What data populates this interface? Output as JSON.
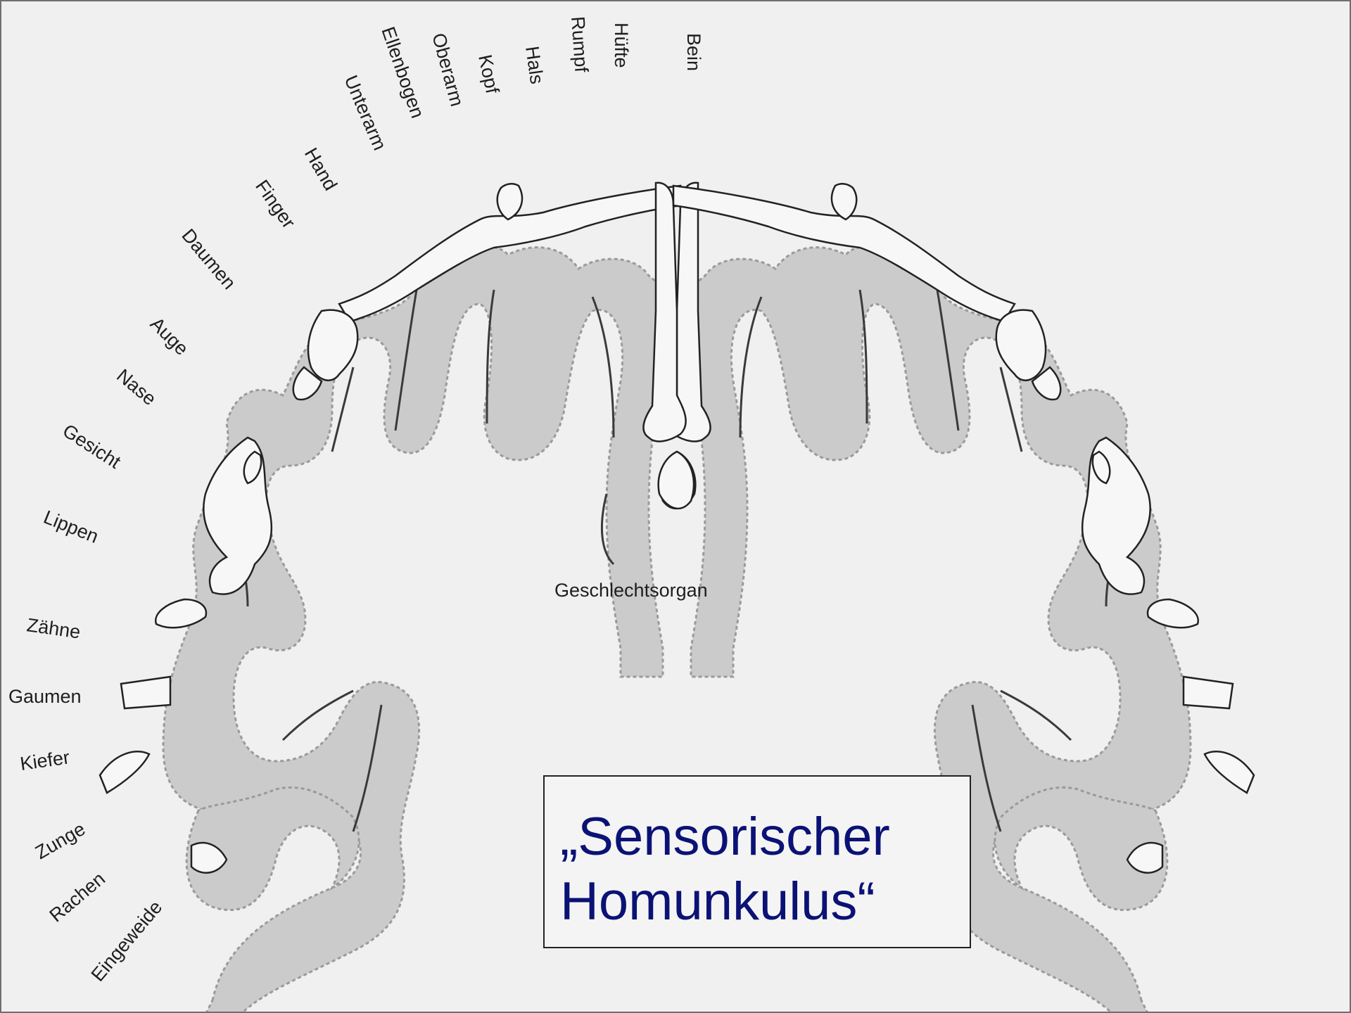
{
  "title": {
    "line1": "„Sensorischer",
    "line2": "Homunkulus“"
  },
  "center_label": "Geschlechtsorgan",
  "body_region_labels": [
    "Bein",
    "Hüfte",
    "Rumpf",
    "Hals",
    "Kopf",
    "Oberarm",
    "Ellenbogen",
    "Unterarm",
    "Hand",
    "Finger",
    "Daumen",
    "Auge",
    "Nase",
    "Gesicht",
    "Lippen",
    "Zähne",
    "Gaumen",
    "Kiefer",
    "Zunge",
    "Rachen",
    "Eingeweide"
  ],
  "colors": {
    "cortex_fill": "#cbcbcb",
    "cortex_outline": "#9a9a9a",
    "sulcus_line": "#3a3a3a",
    "figure_outline": "#222222",
    "title_text": "#0b1275",
    "background": "#f0f0f0"
  }
}
